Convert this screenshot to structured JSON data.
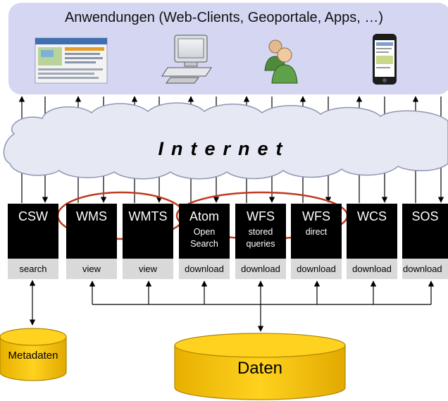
{
  "applications": {
    "title": "Anwendungen (Web-Clients, Geoportale, Apps, …)",
    "icons": [
      "web-client-screenshot-icon",
      "desktop-computer-icon",
      "users-icon",
      "smartphone-icon"
    ]
  },
  "network": {
    "label": "Internet"
  },
  "services": [
    {
      "name": "CSW",
      "sub": [],
      "label": "search"
    },
    {
      "name": "WMS",
      "sub": [],
      "label": "view"
    },
    {
      "name": "WMTS",
      "sub": [],
      "label": "view"
    },
    {
      "name": "Atom",
      "sub": [
        "Open",
        "Search"
      ],
      "label": "download"
    },
    {
      "name": "WFS",
      "sub": [
        "stored",
        "queries"
      ],
      "label": "download"
    },
    {
      "name": "WFS",
      "sub": [
        "direct"
      ],
      "label": "download"
    },
    {
      "name": "WCS",
      "sub": [],
      "label": "download"
    },
    {
      "name": "SOS",
      "sub": [],
      "label": "download"
    }
  ],
  "stores": {
    "metadata": "Metadaten",
    "data": "Daten"
  },
  "colors": {
    "app_panel": "#d4d6f2",
    "cloud_fill": "#e6e8f4",
    "cloud_stroke": "#8f97b2",
    "service_box": "#000000",
    "service_label": "#d9d9d9",
    "highlight_ellipse": "#c0391f",
    "database": "#f6c100",
    "database_stroke": "#b08600"
  }
}
